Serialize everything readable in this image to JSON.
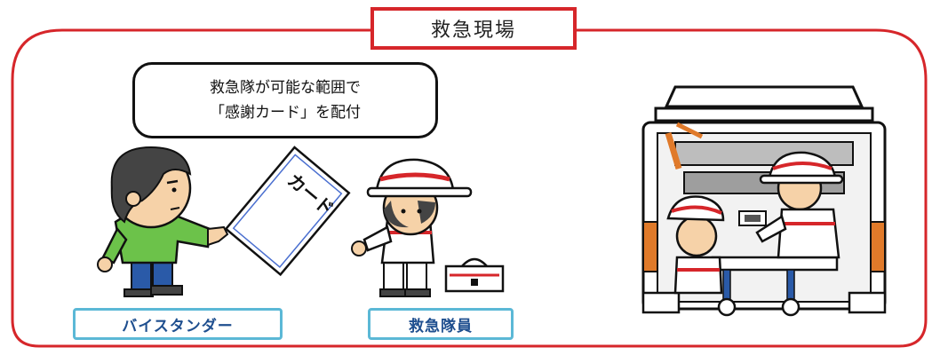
{
  "title": "救急現場",
  "speech_bubble": {
    "line1": "救急隊が可能な範囲で",
    "line2": "「感謝カード」を配付"
  },
  "card_label": "カード",
  "labels": {
    "bystander": "バイスタンダー",
    "ems_member": "救急隊員"
  },
  "colors": {
    "frame_red": "#d6262a",
    "label_border": "#5bb8d6",
    "label_text": "#1f4f8f",
    "helmet_stripe": "#d6262a",
    "shirt_green": "#6cc24a",
    "stretcher_blue": "#2a5aa8"
  }
}
